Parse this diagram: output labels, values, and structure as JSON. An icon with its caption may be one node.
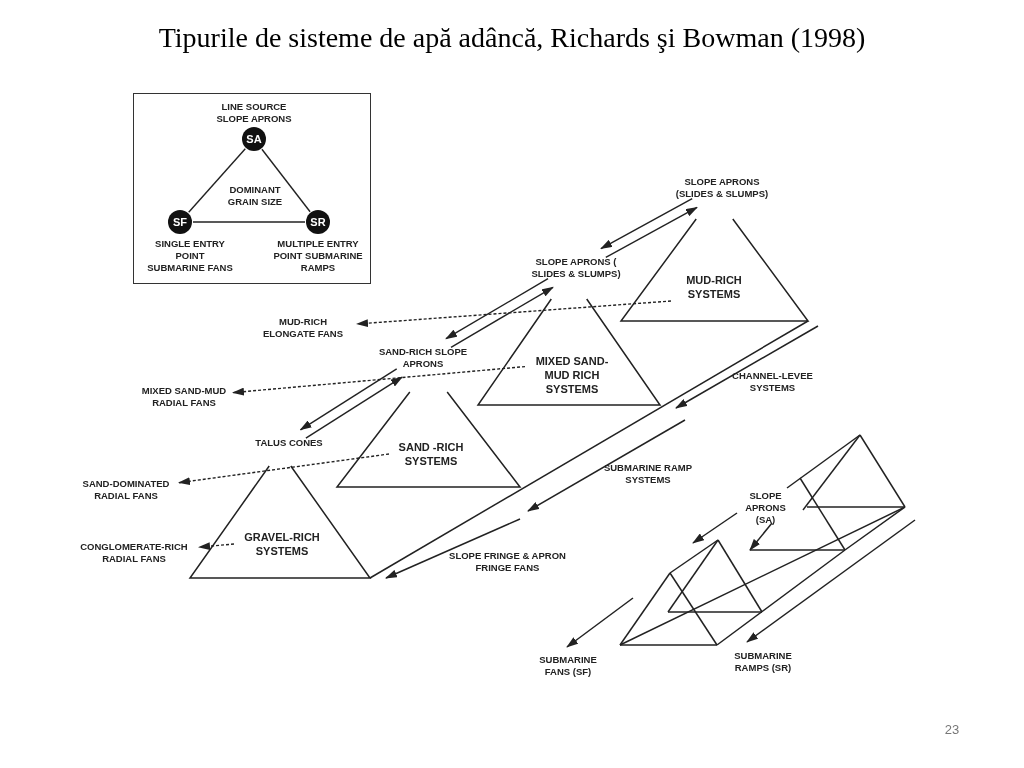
{
  "diagram": {
    "title": "Tipurile de sisteme de apă adâncă, Richards şi Bowman (1998)",
    "nodes": [
      {
        "text": [
          "SA"
        ],
        "beside": [
          "LINE SOURCE SLOPE APRONS"
        ]
      },
      {
        "text": [
          "SF"
        ],
        "beside": [
          "SINGLE ENTRY POINT SUBMARINE FANS"
        ]
      },
      {
        "text": [
          "SR"
        ],
        "beside": [
          "MULTIPLE ENTRY POINT SUBMARINE RAMPS"
        ]
      },
      {
        "text": [
          "SLOPE APRONS (SLIDES & SLUMPS)"
        ]
      },
      {
        "text": [
          "MUD-RICH SYSTEMS"
        ]
      },
      {
        "text": [
          "SLOPE APRONS ( SLIDES & SLUMPS)"
        ]
      },
      {
        "text": [
          "MUD-RICH ELONGATE FANS"
        ]
      },
      {
        "text": [
          "SAND-RICH SLOPE APRONS"
        ]
      },
      {
        "text": [
          "MIXED SAND-MUD RICH SYSTEMS"
        ]
      },
      {
        "text": [
          "MIXED SAND-MUD RADIAL FANS"
        ]
      },
      {
        "text": [
          "TALUS CONES"
        ]
      },
      {
        "text": [
          "SAND -RICH SYSTEMS"
        ]
      },
      {
        "text": [
          "SAND-DOMINATED RADIAL FANS"
        ]
      },
      {
        "text": [
          "GRAVEL-RICH SYSTEMS"
        ]
      },
      {
        "text": [
          "CONGLOMERATE-RICH RADIAL FANS"
        ]
      }
    ],
    "edges": [
      {
        "from": 0,
        "to": 1,
        "arrow": "none"
      },
      {
        "from": 0,
        "to": 2,
        "arrow": "none"
      },
      {
        "from": 1,
        "to": 2,
        "arrow": "none"
      },
      {
        "from": 10,
        "to": 7,
        "arrow": "to"
      },
      {
        "from": 7,
        "to": 10,
        "arrow": "to"
      },
      {
        "from": 7,
        "to": 5,
        "arrow": "to"
      },
      {
        "from": 5,
        "to": 7,
        "arrow": "to"
      },
      {
        "from": 5,
        "to": 3,
        "arrow": "to"
      },
      {
        "from": 3,
        "to": 5,
        "arrow": "to"
      },
      {
        "from": 4,
        "to": 6,
        "arrow": "to",
        "style": "dashed"
      },
      {
        "from": 8,
        "to": 9,
        "arrow": "to",
        "style": "dashed"
      },
      {
        "from": 11,
        "to": 12,
        "arrow": "to",
        "style": "dashed"
      },
      {
        "from": 13,
        "to": 14,
        "arrow": "to",
        "style": "dashed"
      }
    ],
    "labels": [
      "DOMINANT GRAIN SIZE",
      "CHANNEL-LEVEE SYSTEMS",
      "SUBMARINE RAMP SYSTEMS",
      "SLOPE FRINGE & APRON FRINGE FANS",
      "SLOPE APRONS (SA)",
      "SUBMARINE FANS (SF)",
      "SUBMARINE RAMPS (SR)",
      "23"
    ]
  }
}
